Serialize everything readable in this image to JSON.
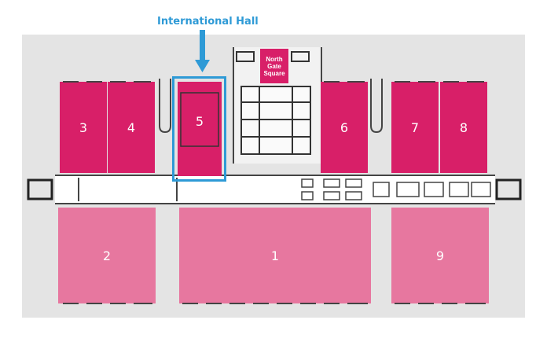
{
  "annotation": {
    "label": "International Hall"
  },
  "north_gate": {
    "label": "North\nGate\nSquare"
  },
  "halls": [
    {
      "id": "hall-3",
      "label": "3"
    },
    {
      "id": "hall-4",
      "label": "4"
    },
    {
      "id": "hall-5",
      "label": "5"
    },
    {
      "id": "hall-6",
      "label": "6"
    },
    {
      "id": "hall-7",
      "label": "7"
    },
    {
      "id": "hall-8",
      "label": "8"
    },
    {
      "id": "hall-2",
      "label": "2"
    },
    {
      "id": "hall-1",
      "label": "1"
    },
    {
      "id": "hall-9",
      "label": "9"
    }
  ],
  "colors": {
    "dark_hall": "#d81f68",
    "light_hall": "#e7779f",
    "highlight": "#2e9ad6"
  }
}
